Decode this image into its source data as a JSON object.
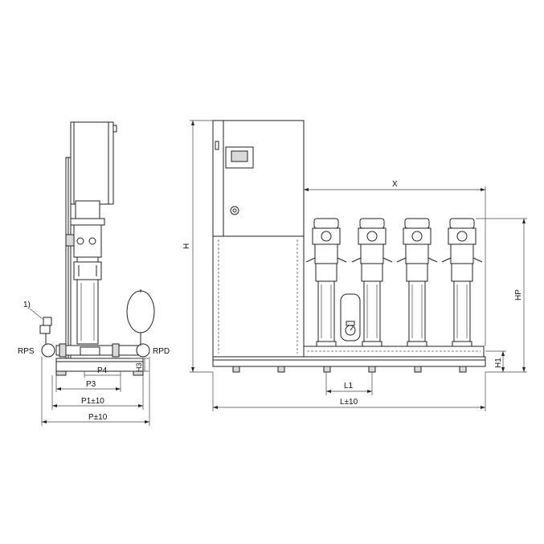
{
  "labels": {
    "note": "1)",
    "rps": "RPS",
    "rpd": "RPD",
    "p4": "P4",
    "h3": "H3",
    "p3": "P3",
    "p1": "P1±10",
    "p": "P±10",
    "h": "H",
    "x": "X",
    "hp": "HP",
    "h1": "H1",
    "l1": "L1",
    "l": "L±10"
  },
  "pump_count": 4,
  "foot_count": 6
}
